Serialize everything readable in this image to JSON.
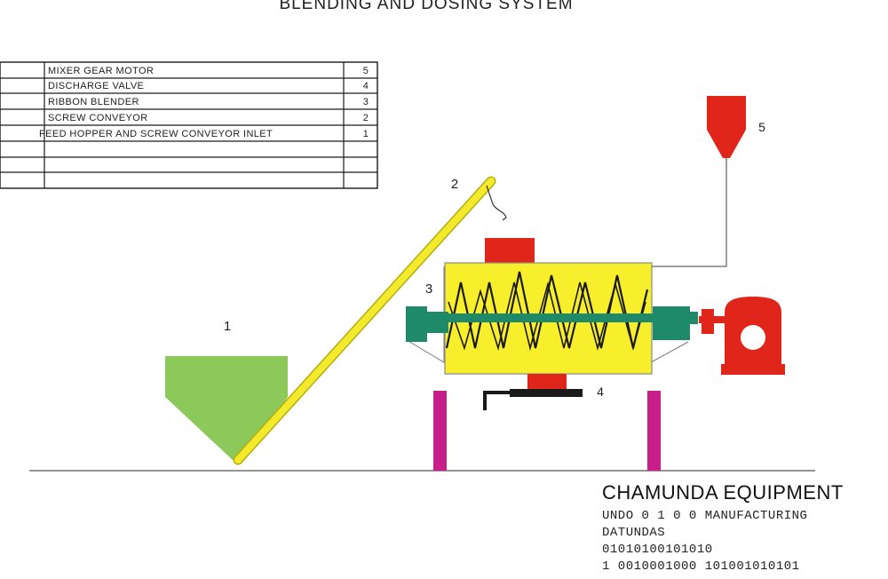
{
  "title": "BLENDING AND DOSING SYSTEM",
  "parts_table": {
    "rows": [
      {
        "no": "5",
        "description": "MIXER GEAR MOTOR"
      },
      {
        "no": "4",
        "description": "DISCHARGE VALVE"
      },
      {
        "no": "3",
        "description": "RIBBON BLENDER"
      },
      {
        "no": "2",
        "description": "SCREW CONVEYOR"
      },
      {
        "no": "1",
        "description": "FEED HOPPER AND SCREW CONVEYOR INLET"
      },
      {
        "no": "",
        "description": ""
      },
      {
        "no": "",
        "description": ""
      }
    ]
  },
  "callouts": {
    "feed_hopper": "1",
    "screw_conveyor": "2",
    "ribbon_blender": "3",
    "discharge_valve": "4",
    "dosing_hopper": "5"
  },
  "company": {
    "name": "CHAMUNDA EQUIPMENT",
    "lines": [
      "UNDO 0 1 0 0 MANUFACTURING",
      "DATUNDAS",
      "01010100101010",
      "1 0010001000 101001010101"
    ]
  },
  "colors": {
    "feed_hopper": "#8dc85a",
    "screw_conveyor": "#f2ea2a",
    "blender_body": "#f7ef2c",
    "ribbon": "#1a1a1a",
    "shaft": "#1f8a6a",
    "motor": "#e0261b",
    "top_hopper": "#e0261b",
    "legs": "#c81e8a",
    "discharge_valve": "#e0261b"
  }
}
